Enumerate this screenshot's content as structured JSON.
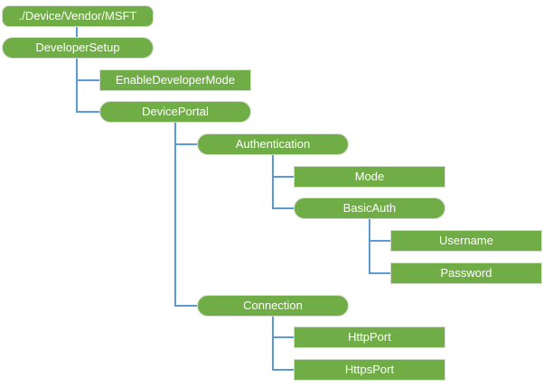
{
  "diagram": {
    "type": "tree",
    "colors": {
      "node_fill": "#70AD47",
      "node_border": "#D5DCD0",
      "node_text": "#FFFFFF",
      "connector": "#5B9BD5",
      "background": "#FFFFFF"
    },
    "nodes": [
      {
        "label": "./Device/Vendor/MSFT",
        "shape": "rounded-rect",
        "depth": 0,
        "parent": null
      },
      {
        "label": "DeveloperSetup",
        "shape": "pill",
        "depth": 0,
        "parent": "./Device/Vendor/MSFT"
      },
      {
        "label": "EnableDeveloperMode",
        "shape": "rect",
        "depth": 1,
        "parent": "DeveloperSetup"
      },
      {
        "label": "DevicePortal",
        "shape": "pill",
        "depth": 1,
        "parent": "DeveloperSetup"
      },
      {
        "label": "Authentication",
        "shape": "pill",
        "depth": 2,
        "parent": "DevicePortal"
      },
      {
        "label": "Mode",
        "shape": "rect",
        "depth": 3,
        "parent": "Authentication"
      },
      {
        "label": "BasicAuth",
        "shape": "pill",
        "depth": 3,
        "parent": "Authentication"
      },
      {
        "label": "Username",
        "shape": "rect",
        "depth": 4,
        "parent": "BasicAuth"
      },
      {
        "label": "Password",
        "shape": "rect",
        "depth": 4,
        "parent": "BasicAuth"
      },
      {
        "label": "Connection",
        "shape": "pill",
        "depth": 2,
        "parent": "DevicePortal"
      },
      {
        "label": "HttpPort",
        "shape": "rect",
        "depth": 3,
        "parent": "Connection"
      },
      {
        "label": "HttpsPort",
        "shape": "rect",
        "depth": 3,
        "parent": "Connection"
      }
    ]
  }
}
